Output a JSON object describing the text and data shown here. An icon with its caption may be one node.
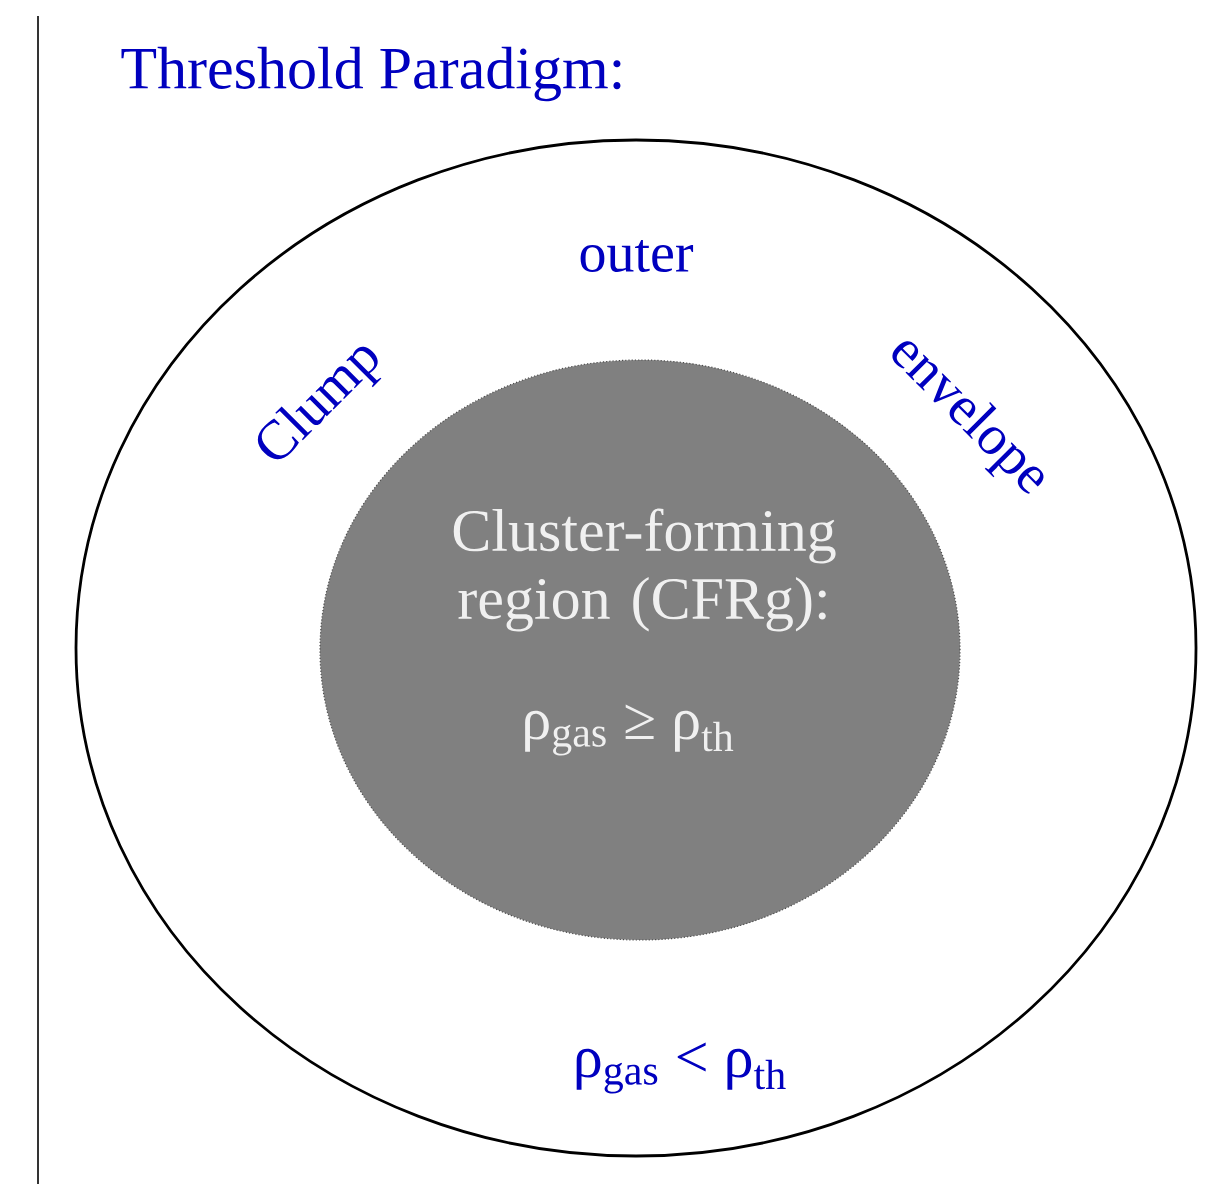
{
  "diagram": {
    "title": "Threshold Paradigm:",
    "nodes": [
      {
        "text": [
          "outer",
          "Clump",
          "envelope",
          "ρ$_{gas}$ < ρ$_{th}$"
        ]
      },
      {
        "text": [
          "Cluster-forming region (CFRg):",
          "ρ$_{gas}$ ≥ ρ$_{th}$"
        ],
        "in": 0
      }
    ]
  }
}
